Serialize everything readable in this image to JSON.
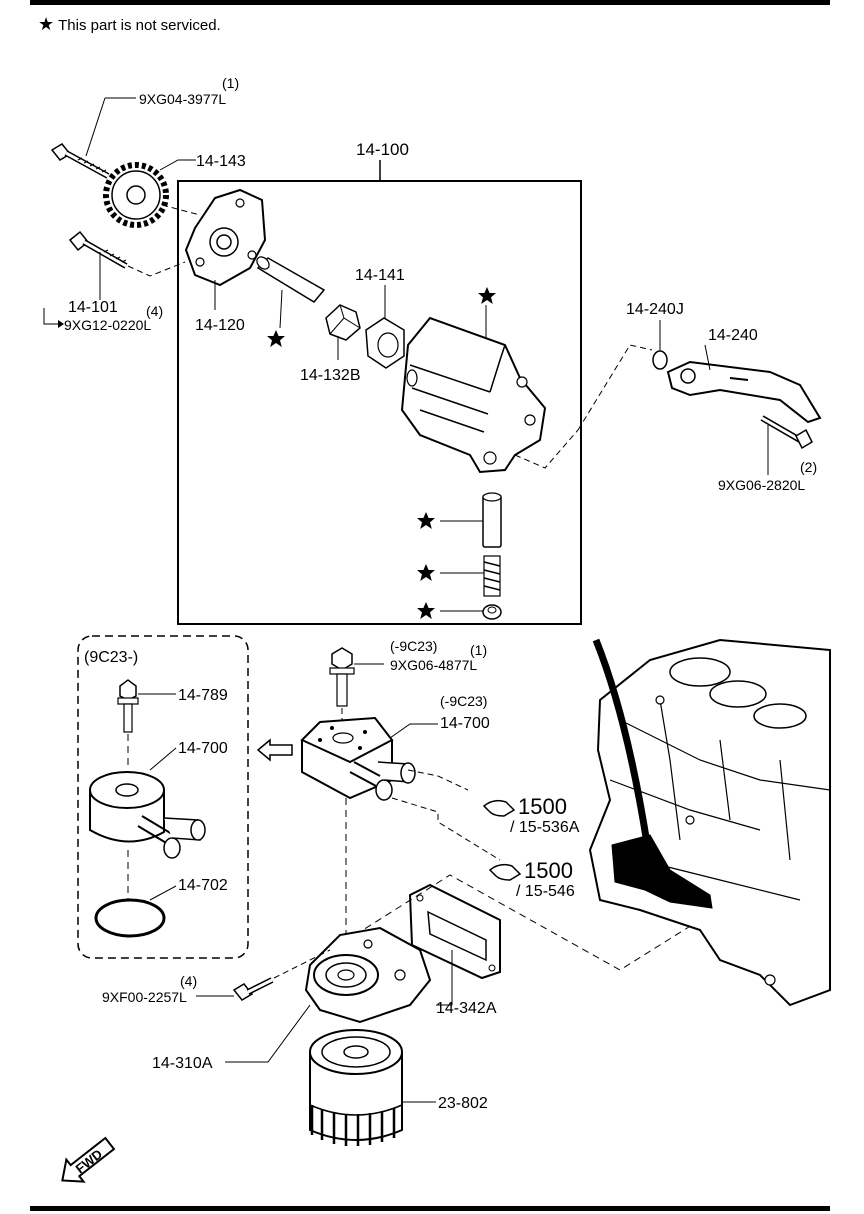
{
  "legend": {
    "star_symbol": "★",
    "text": "This part is not serviced."
  },
  "labels": {
    "bolt_top_qty": "(1)",
    "bolt_top_pn": "9XG04-3977L",
    "sprocket": "14-143",
    "assembly": "14-100",
    "bolt_mid": "14-101",
    "bolt_mid_qty": "(4)",
    "bolt_mid_pn": "9XG12-0220L",
    "cover": "14-120",
    "rotor": "14-141",
    "inner_rotor": "14-132B",
    "ring": "14-240J",
    "strainer": "14-240",
    "strainer_bolt_qty": "(2)",
    "strainer_bolt_pn": "9XG06-2820L",
    "variant_box": "(9C23-)",
    "bolt_var": "14-789",
    "cooler_var": "14-700",
    "oring": "14-702",
    "cooler_bolt_note": "(-9C23)",
    "cooler_bolt_qty": "(1)",
    "cooler_bolt_pn": "9XG06-4877L",
    "cooler_note": "(-9C23)",
    "cooler": "14-700",
    "ref1_num": "1500",
    "ref1_sub": "/ 15-536A",
    "ref2_num": "1500",
    "ref2_sub": "/ 15-546",
    "body_bolt_qty": "(4)",
    "body_bolt_pn": "9XF00-2257L",
    "gasket": "14-342A",
    "filter_body": "14-310A",
    "filter": "23-802",
    "fwd": "FWD"
  }
}
